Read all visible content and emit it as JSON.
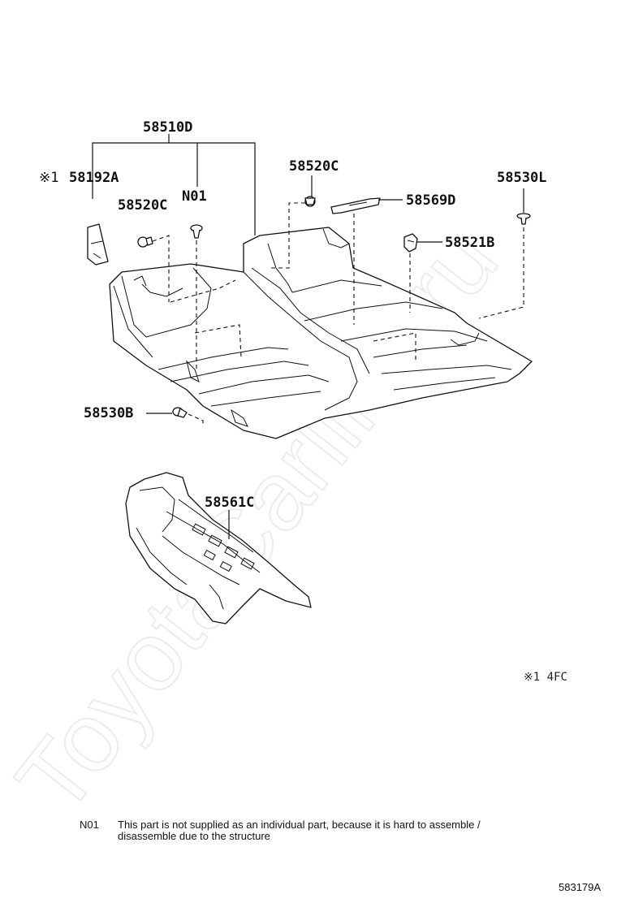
{
  "watermark": "ToyotaCarline.ru",
  "labels": {
    "p58510D": "58510D",
    "p58192A": "58192A",
    "marker1": "※1",
    "pN01": "N01",
    "p58520C_left": "58520C",
    "p58520C_top": "58520C",
    "p58569D": "58569D",
    "p58530L": "58530L",
    "p58521B": "58521B",
    "p58530B": "58530B",
    "p58561C": "58561C"
  },
  "legend_marker": "※1  4FC",
  "footnote": {
    "code": "N01",
    "line1": "This part is not supplied as an individual part, because it is hard to assemble /",
    "line2": "disassemble due to the structure"
  },
  "diagram_id": "583179A"
}
